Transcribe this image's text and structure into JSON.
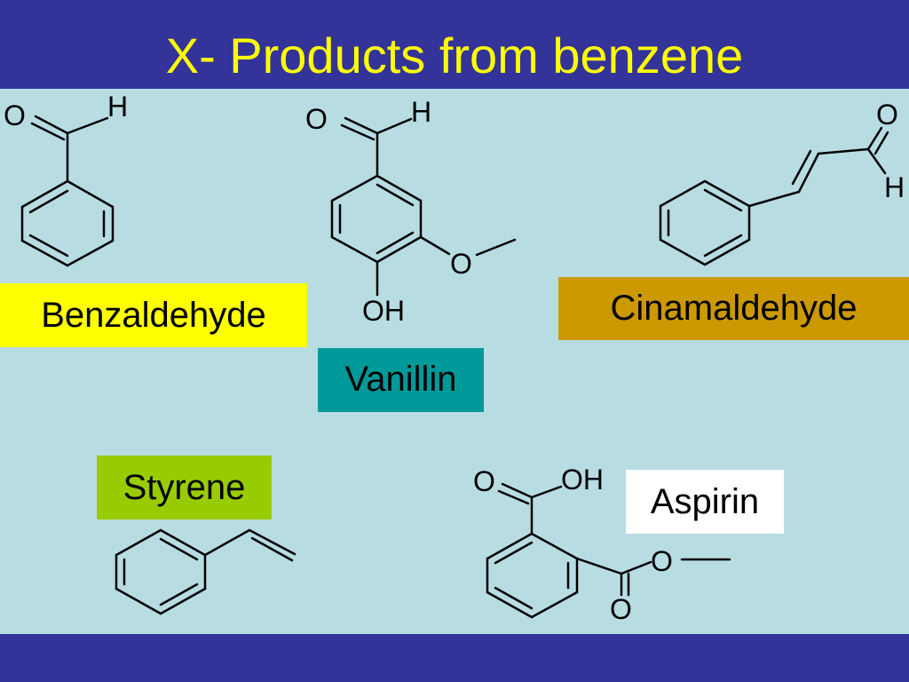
{
  "slide": {
    "title": "X- Products from benzene",
    "colors": {
      "background": "#b7dde3",
      "band": "#333399",
      "title": "#ffff00"
    }
  },
  "compounds": [
    {
      "key": "benzaldehyde",
      "name": "Benzaldehyde",
      "label_color": "#ffff00"
    },
    {
      "key": "vanillin",
      "name": "Vanillin",
      "label_color": "#009999"
    },
    {
      "key": "cinnamaldehyde",
      "name": "Cinamaldehyde",
      "label_color": "#cc9900"
    },
    {
      "key": "styrene",
      "name": "Styrene",
      "label_color": "#99cc00"
    },
    {
      "key": "aspirin",
      "name": "Aspirin",
      "label_color": "#ffffff"
    }
  ],
  "atom_labels": {
    "O": "O",
    "H": "H",
    "OH": "OH"
  }
}
